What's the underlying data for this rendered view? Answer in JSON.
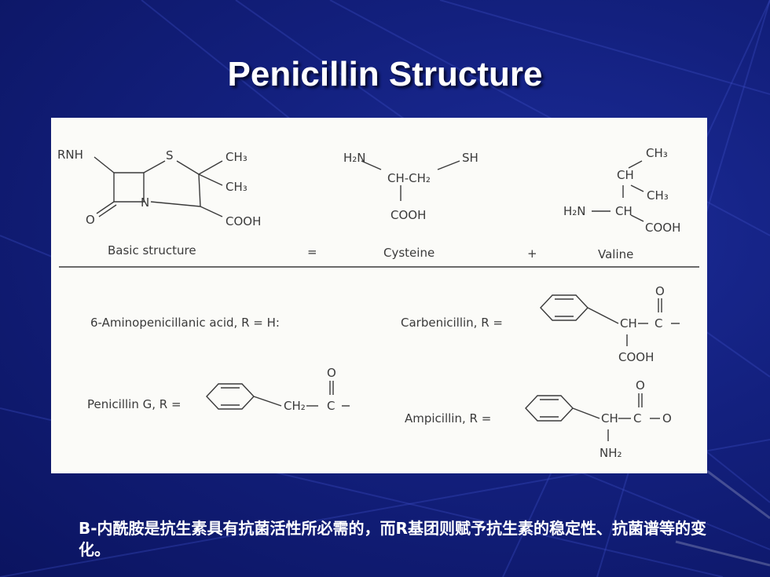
{
  "slide": {
    "title": "Penicillin Structure",
    "caption": "B-内酰胺是抗生素具有抗菌活性所必需的，而R基团则赋予抗生素的稳定性、抗菌谱等的变化。"
  },
  "figure": {
    "top": {
      "basic_structure_label": "Basic structure",
      "equals_sign": "=",
      "cysteine_label": "Cysteine",
      "plus_sign": "+",
      "valine_label": "Valine",
      "atoms": {
        "rnh": "RNH",
        "s": "S",
        "ch3_a": "CH₃",
        "ch3_b": "CH₃",
        "n": "N",
        "o": "O",
        "cooh": "COOH",
        "h2n_cys": "H₂N",
        "sh": "SH",
        "ch_ch2": "CH-CH₂",
        "cooh_cys": "COOH",
        "ch3_val_a": "CH₃",
        "ch_val": "CH",
        "ch3_val_b": "CH₃",
        "h2n_val": "H₂N",
        "ch_val_2": "CH",
        "cooh_val": "COOH"
      }
    },
    "bottom": {
      "apa_label": "6-Aminopenicillanic acid, R = H:",
      "carbenicillin_label": "Carbenicillin, R =",
      "penicillin_g_label": "Penicillin G, R =",
      "ampicillin_label": "Ampicillin, R =",
      "atoms": {
        "o_carb": "O",
        "ch_carb": "CH",
        "c_carb": "C",
        "cooh_carb": "COOH",
        "o_peng": "O",
        "ch2_peng": "CH₂",
        "c_peng": "C",
        "o_amp": "O",
        "ch_amp": "CH",
        "c_amp": "C",
        "o_amp_end": "O",
        "nh2_amp": "NH₂"
      }
    }
  }
}
